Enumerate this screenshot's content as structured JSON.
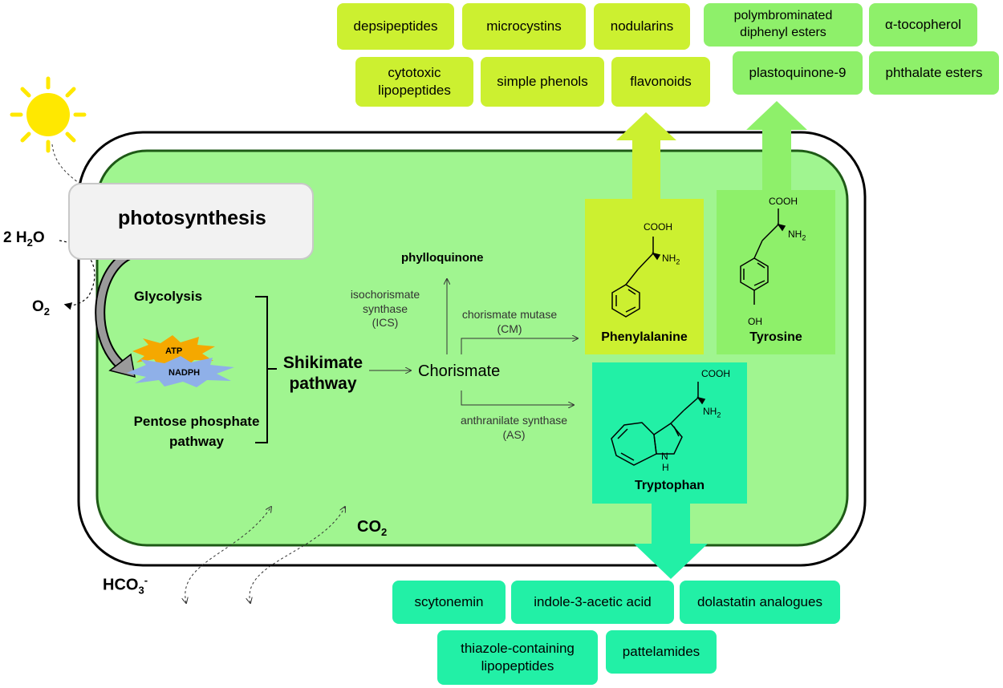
{
  "products": {
    "phenylalanine": [
      "depsipeptides",
      "microcystins",
      "nodularins",
      "cytotoxic\nlipopeptides",
      "simple phenols",
      "flavonoids"
    ],
    "tyrosine": [
      "polymbrominated\ndiphenyl esters",
      "α-tocopherol",
      "plastoquinone-9",
      "phthalate esters"
    ],
    "tryptophan": [
      "scytonemin",
      "indole-3-acetic acid",
      "dolastatin analogues",
      "thiazole-containing\nlipopeptides",
      "pattelamides"
    ]
  },
  "labels": {
    "photosynthesis": "photosynthesis",
    "water": "2 H",
    "water_sub": "2",
    "water_tail": "O",
    "oxygen": "O",
    "oxygen_sub": "2",
    "glycolysis": "Glycolysis",
    "atp": "ATP",
    "nadph": "NADPH",
    "pentose": "Pentose phosphate\npathway",
    "shikimate": "Shikimate\npathway",
    "chorismate": "Chorismate",
    "phylloquinone": "phylloquinone",
    "ics": "isochorismate\nsynthase\n(ICS)",
    "cm": "chorismate mutase\n(CM)",
    "as": "anthranilate synthase\n(AS)",
    "co2": "CO",
    "co2_sub": "2",
    "hco3": "HCO",
    "hco3_sub": "3",
    "hco3_sup": "-"
  },
  "amino_acids": {
    "phe": {
      "name": "Phenylalanine",
      "cooh": "COOH",
      "nh2": "NH",
      "nh2_sub": "2"
    },
    "tyr": {
      "name": "Tyrosine",
      "cooh": "COOH",
      "nh2": "NH",
      "nh2_sub": "2",
      "oh": "OH"
    },
    "trp": {
      "name": "Tryptophan",
      "cooh": "COOH",
      "nh2": "NH",
      "nh2_sub": "2",
      "nh": "N",
      "h": "H"
    }
  },
  "colors": {
    "cell": "#a0f590",
    "phe": "#ccf030",
    "tyr": "#8ef06a",
    "trp": "#22f0a6",
    "sun": "#ffe800",
    "atp": "#f5a800",
    "nadph": "#8fb0e8"
  }
}
